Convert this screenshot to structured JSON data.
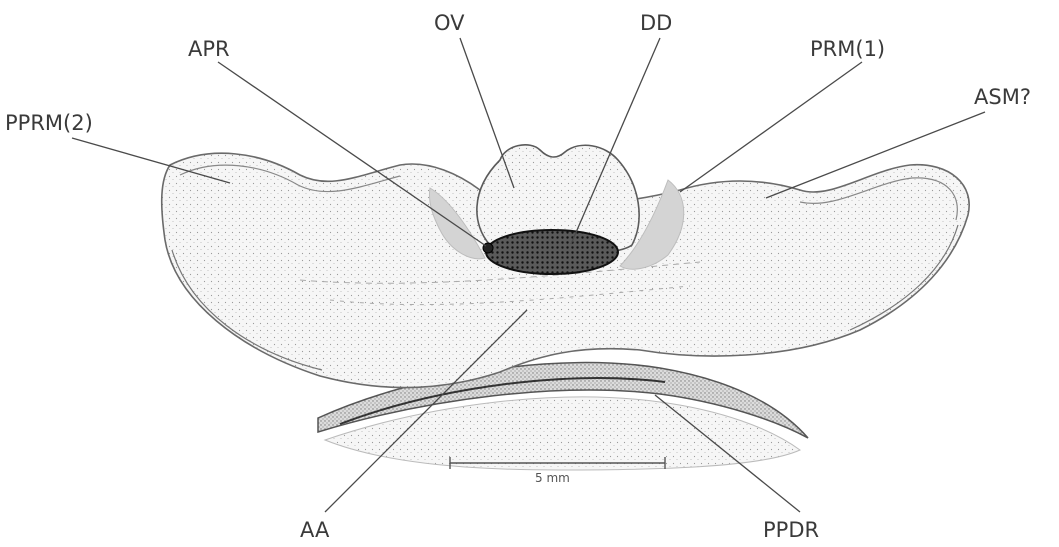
{
  "labels": {
    "apr": "APR",
    "ov": "OV",
    "dd": "DD",
    "prm1": "PRM(1)",
    "asm": "ASM?",
    "pprm2": "PPRM(2)",
    "aa": "AA",
    "ppdr": "PPDR"
  },
  "scale_bar": {
    "label": "5 mm"
  },
  "colors": {
    "ink": "#3a3a3a",
    "stipple": "#8a8a8a",
    "shade": "#d9d9d9",
    "dark": "#1a1a1a"
  }
}
